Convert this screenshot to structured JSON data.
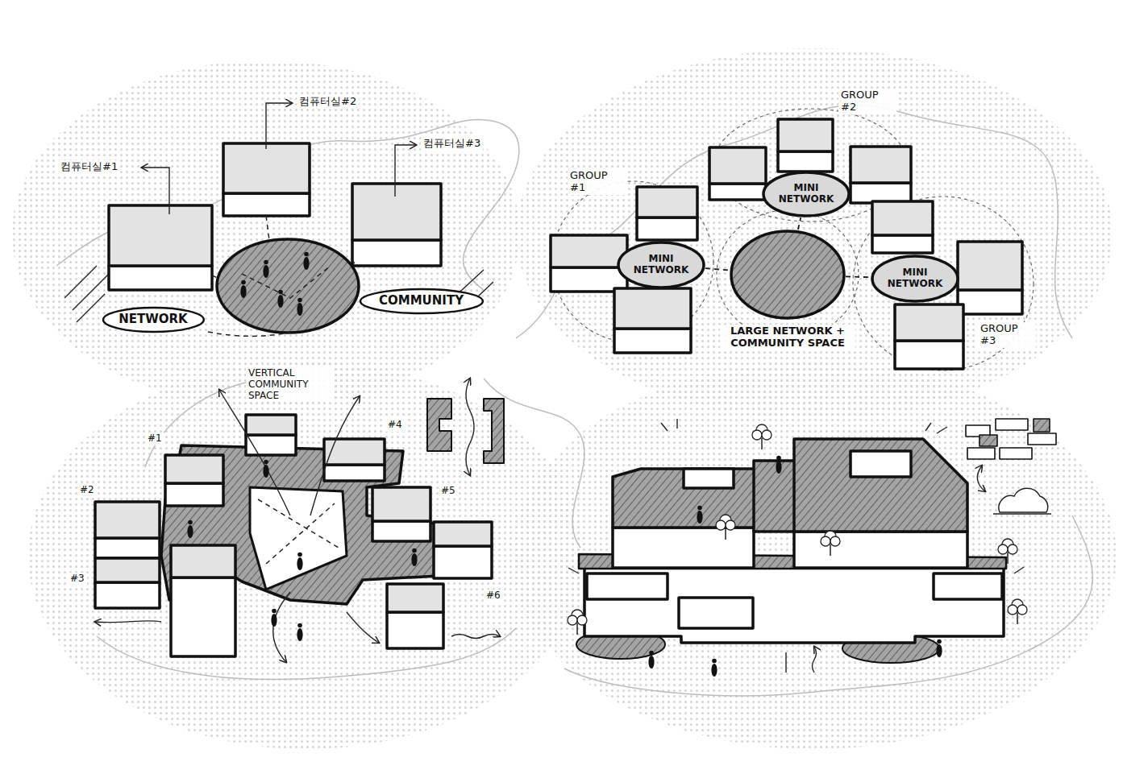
{
  "diagram": {
    "nodes": [
      {
        "text": [
          "NETWORK"
        ]
      },
      {
        "text": [
          "COMMUNITY"
        ]
      },
      {
        "text": [
          "MINI NETWORK"
        ]
      },
      {
        "text": [
          "MINI NETWORK"
        ]
      },
      {
        "text": [
          "LARGE NETWORK + COMMUNITY SPACE"
        ]
      },
      {
        "text": [
          "MINI NETWORK"
        ]
      }
    ],
    "edges": [
      {
        "from": 2,
        "to": 4,
        "arrow": "none"
      },
      {
        "from": 4,
        "to": 5,
        "arrow": "none"
      },
      {
        "from": 4,
        "to": 3,
        "arrow": "none"
      }
    ],
    "labels": [
      "컴퓨터실#2",
      "컴퓨터실#1",
      "컴퓨터실#3",
      "GROUP #2",
      "GROUP #1",
      "GROUP #3",
      "VERTICAL COMMUNITY SPACE",
      "#1",
      "#4",
      "#5",
      "#2",
      "#3",
      "#6"
    ]
  }
}
